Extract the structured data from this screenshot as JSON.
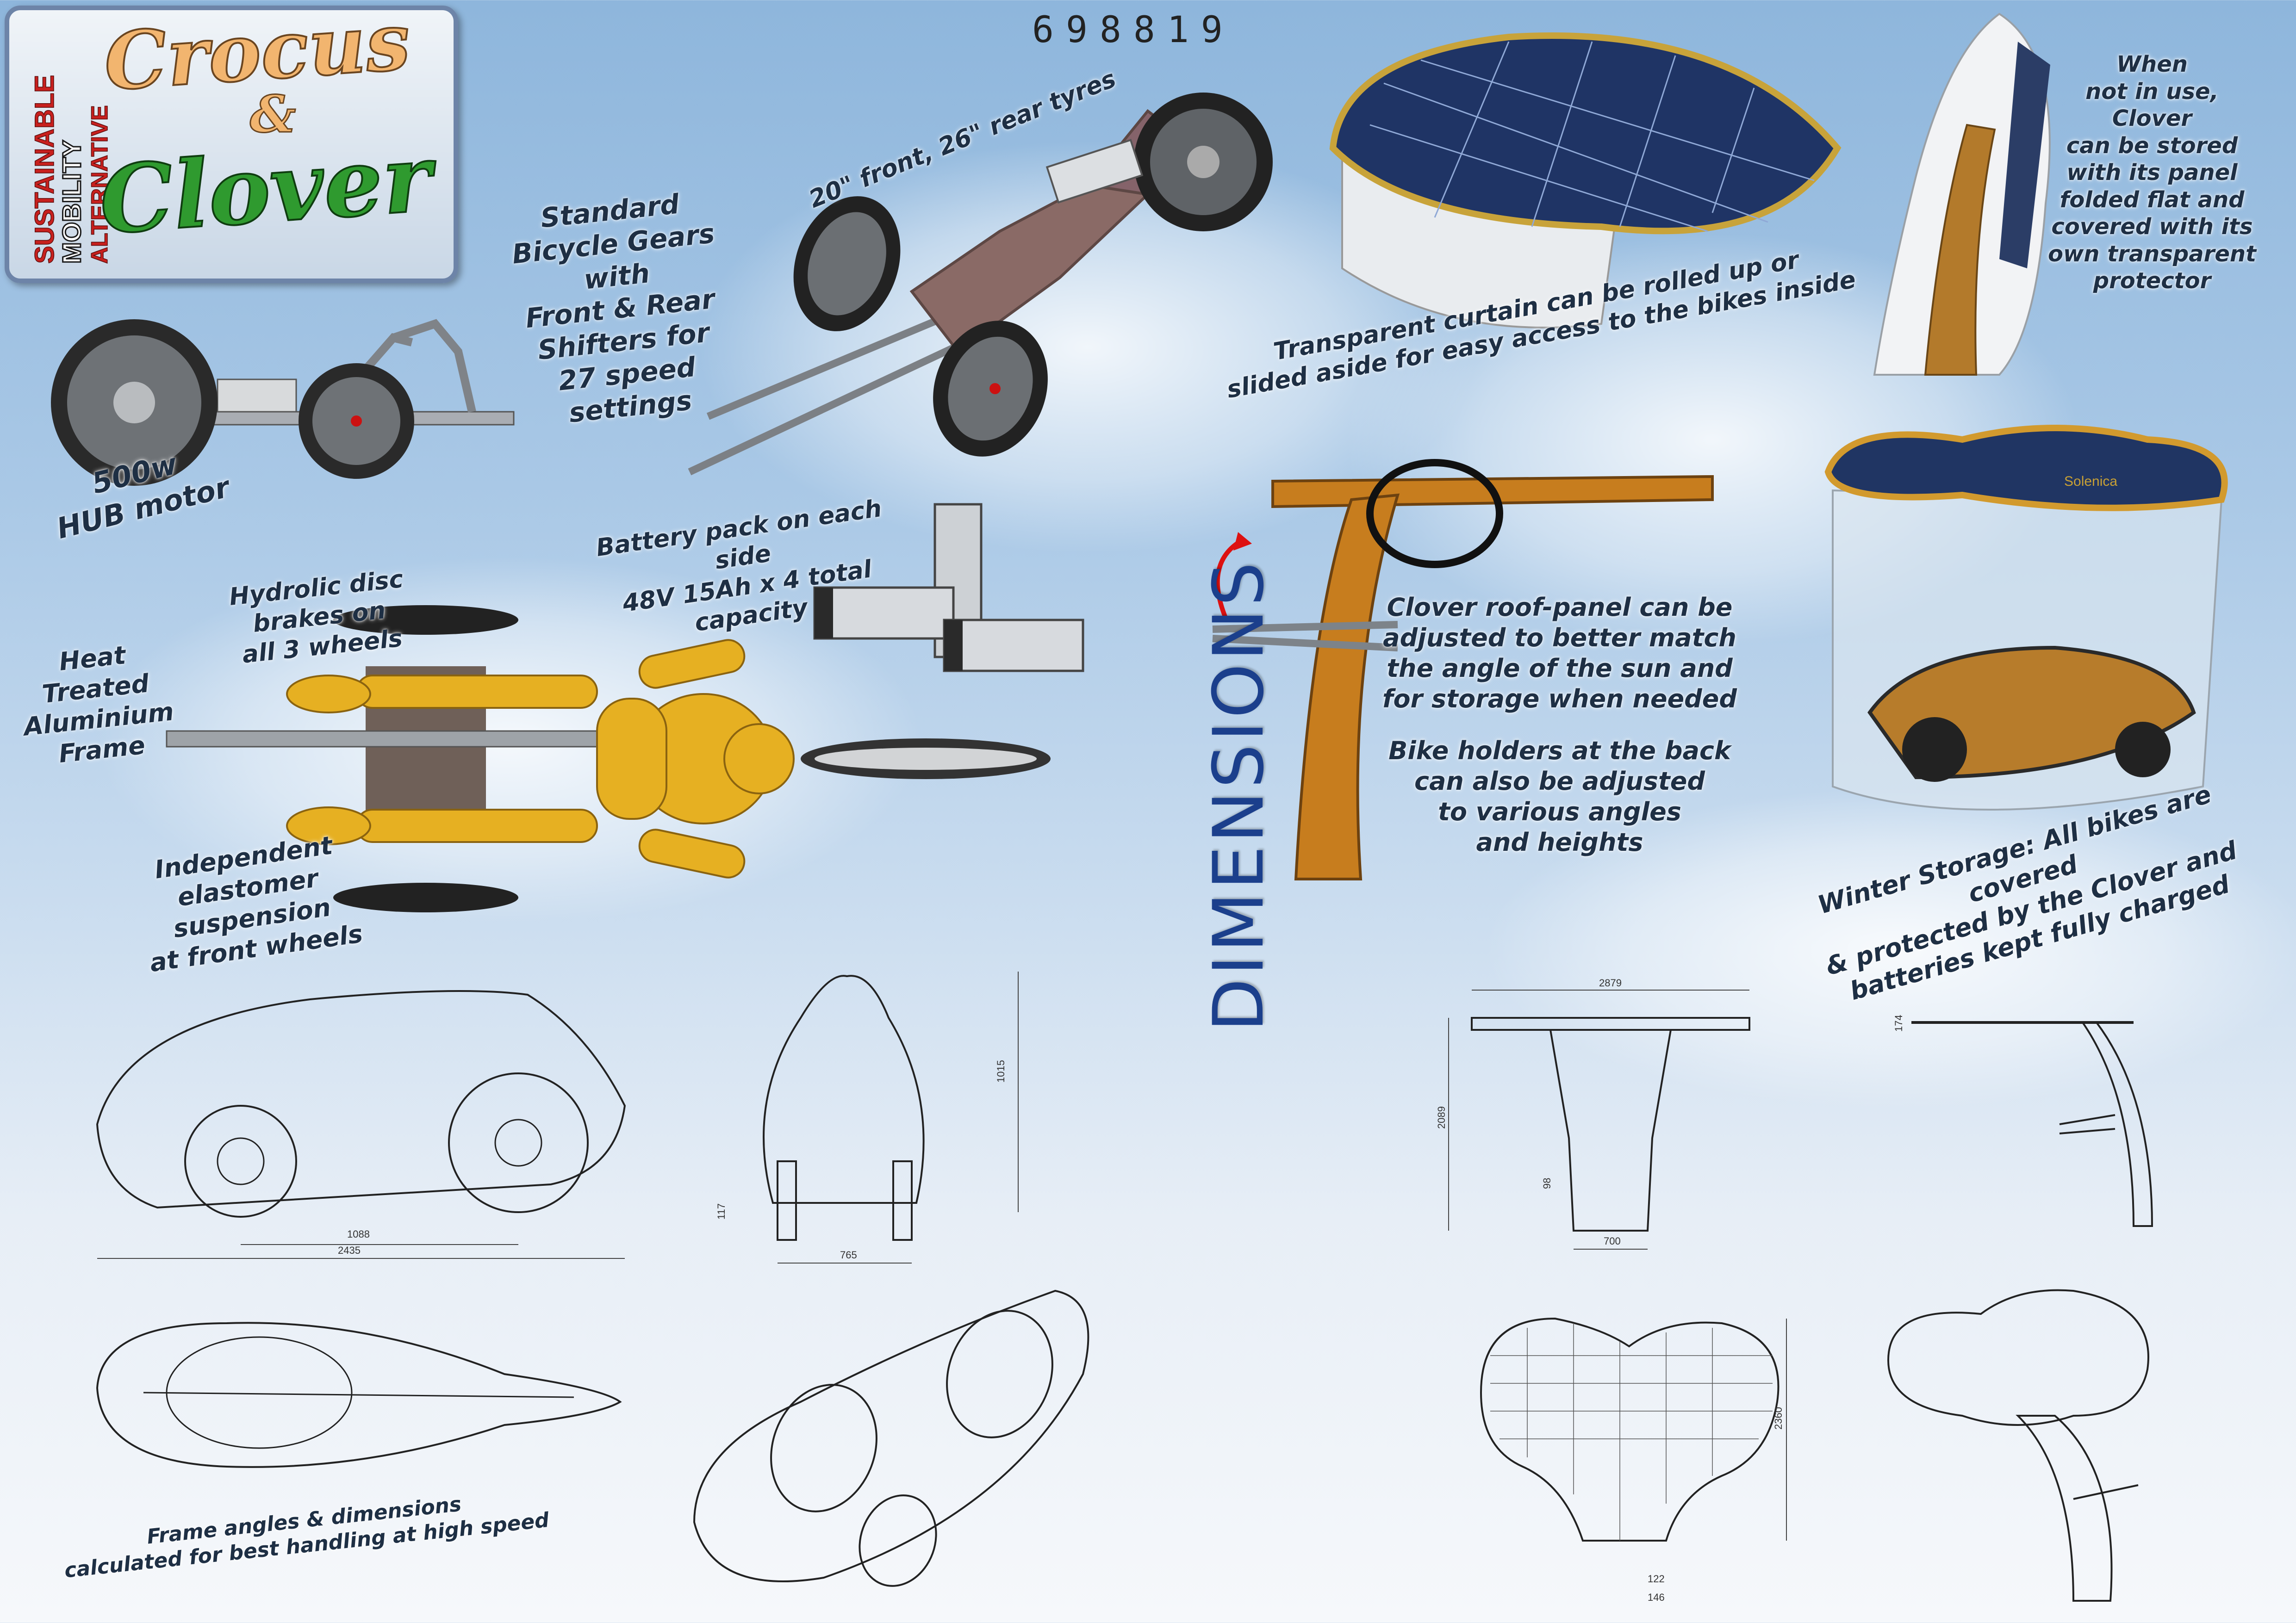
{
  "doc_id": "698819",
  "logo": {
    "side_text_1": "SUSTAINABLE",
    "side_text_2": "MOBILITY",
    "side_text_3": "ALTERNATIVE",
    "title_1": "Crocus",
    "amp": "&",
    "title_2": "Clover"
  },
  "notes": {
    "gears": "Standard\nBicycle Gears\nwith\nFront & Rear\nShifters for\n27 speed\nsettings",
    "tyres": "20\" front, 26\" rear tyres",
    "motor": "500w\nHUB motor",
    "battery": "Battery pack on each side\n48V 15Ah x 4 total capacity",
    "brakes": "Hydrolic disc\nbrakes on\nall 3 wheels",
    "frame": "Heat\nTreated\nAluminium\nFrame",
    "suspension": "Independent\nelastomer suspension\nat front wheels",
    "curtain": "Transparent curtain can be rolled up or\nslided aside for easy access to the bikes inside",
    "stored": "When\nnot in use,\nClover\ncan be stored\nwith its panel\nfolded flat and\ncovered with its\nown transparent\nprotector",
    "roof_panel": "Clover roof-panel can be\nadjusted to better match\nthe angle of the sun and\nfor storage when needed",
    "bike_holders": "Bike holders at the back\ncan also be adjusted\nto various angles\nand heights",
    "winter": "Winter Storage: All bikes are covered\n& protected by the Clover and\nbatteries kept fully charged",
    "frame_angles": "Frame angles & dimensions\ncalculated for best handling at high speed"
  },
  "dimensions_title": "DIMENSIONS",
  "dims": {
    "side_length": "2435",
    "wheelbase": "1088",
    "height": "1015",
    "track": "765",
    "ground": "117",
    "clover_width": "2879",
    "clover_height": "2089",
    "clover_base": "700",
    "clover_base_h": "98",
    "clover_top": "174",
    "clover_depth": "2360",
    "clover_foot": "122",
    "clover_foot_2": "146"
  },
  "brand_on_shelter": "Solenica"
}
